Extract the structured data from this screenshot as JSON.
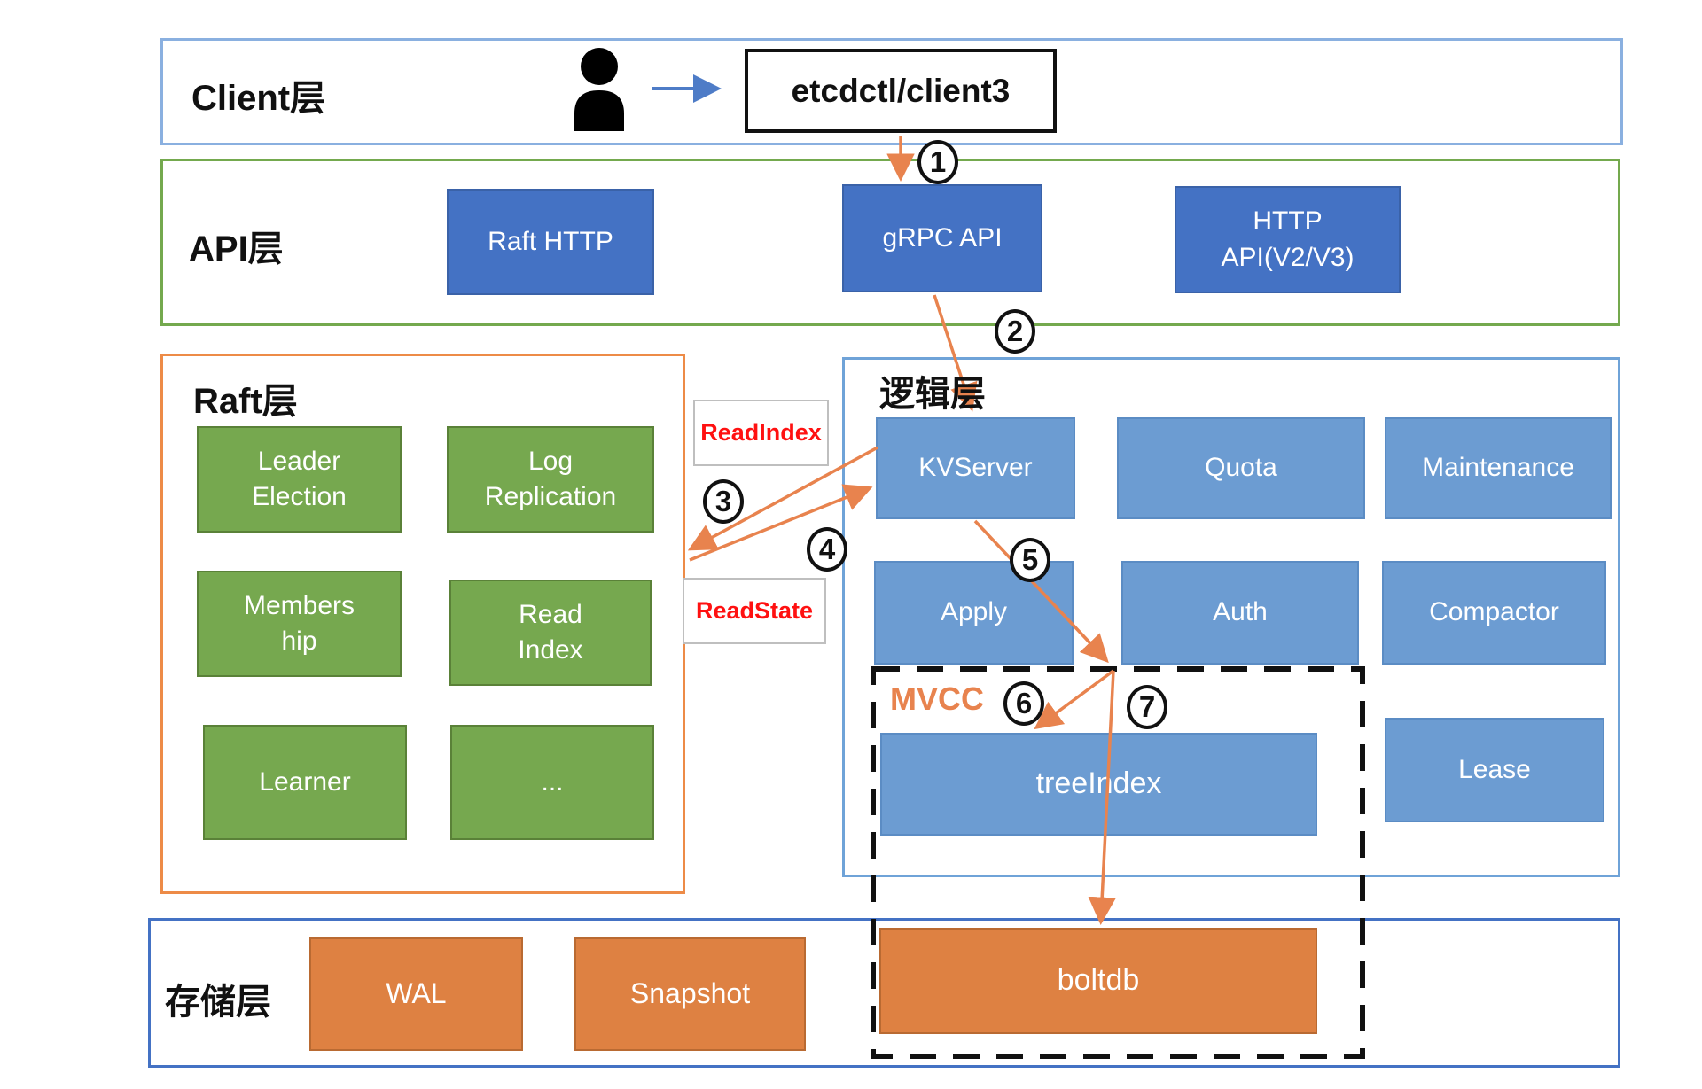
{
  "layers": {
    "client": {
      "title": "Client层",
      "client_box": "etcdctl/client3"
    },
    "api": {
      "title": "API层",
      "raft_http": "Raft HTTP",
      "grpc_api": "gRPC API",
      "http_api": "HTTP\nAPI(V2/V3)"
    },
    "raft": {
      "title": "Raft层",
      "leader_election": "Leader\nElection",
      "log_replication": "Log\nReplication",
      "membership": "Members\nhip",
      "read_index": "Read\nIndex",
      "learner": "Learner",
      "more": "..."
    },
    "logic": {
      "title": "逻辑层",
      "kvserver": "KVServer",
      "quota": "Quota",
      "maintenance": "Maintenance",
      "apply": "Apply",
      "auth": "Auth",
      "compactor": "Compactor",
      "mvcc": "MVCC",
      "treeindex": "treeIndex",
      "lease": "Lease"
    },
    "storage": {
      "title": "存储层",
      "wal": "WAL",
      "snapshot": "Snapshot",
      "boltdb": "boltdb"
    }
  },
  "annotations": {
    "read_index": "ReadIndex",
    "read_state": "ReadState"
  },
  "steps": {
    "s1": "1",
    "s2": "2",
    "s3": "3",
    "s4": "4",
    "s5": "5",
    "s6": "6",
    "s7": "7"
  },
  "colors": {
    "layer_client_border": "#8AB0E0",
    "layer_api_border": "#74A94E",
    "layer_raft_border": "#ED8B47",
    "layer_logic_border": "#6FA3D8",
    "layer_storage_border": "#4472C4",
    "node_dark_blue": "#4472C4",
    "node_light_blue": "#6C9CD2",
    "node_green": "#76A84F",
    "node_orange": "#DE8142",
    "arrow_orange": "#E8834E",
    "arrow_blue": "#4E7CC7",
    "annotation_red": "#FF1111",
    "mvcc_orange": "#E8834E"
  }
}
